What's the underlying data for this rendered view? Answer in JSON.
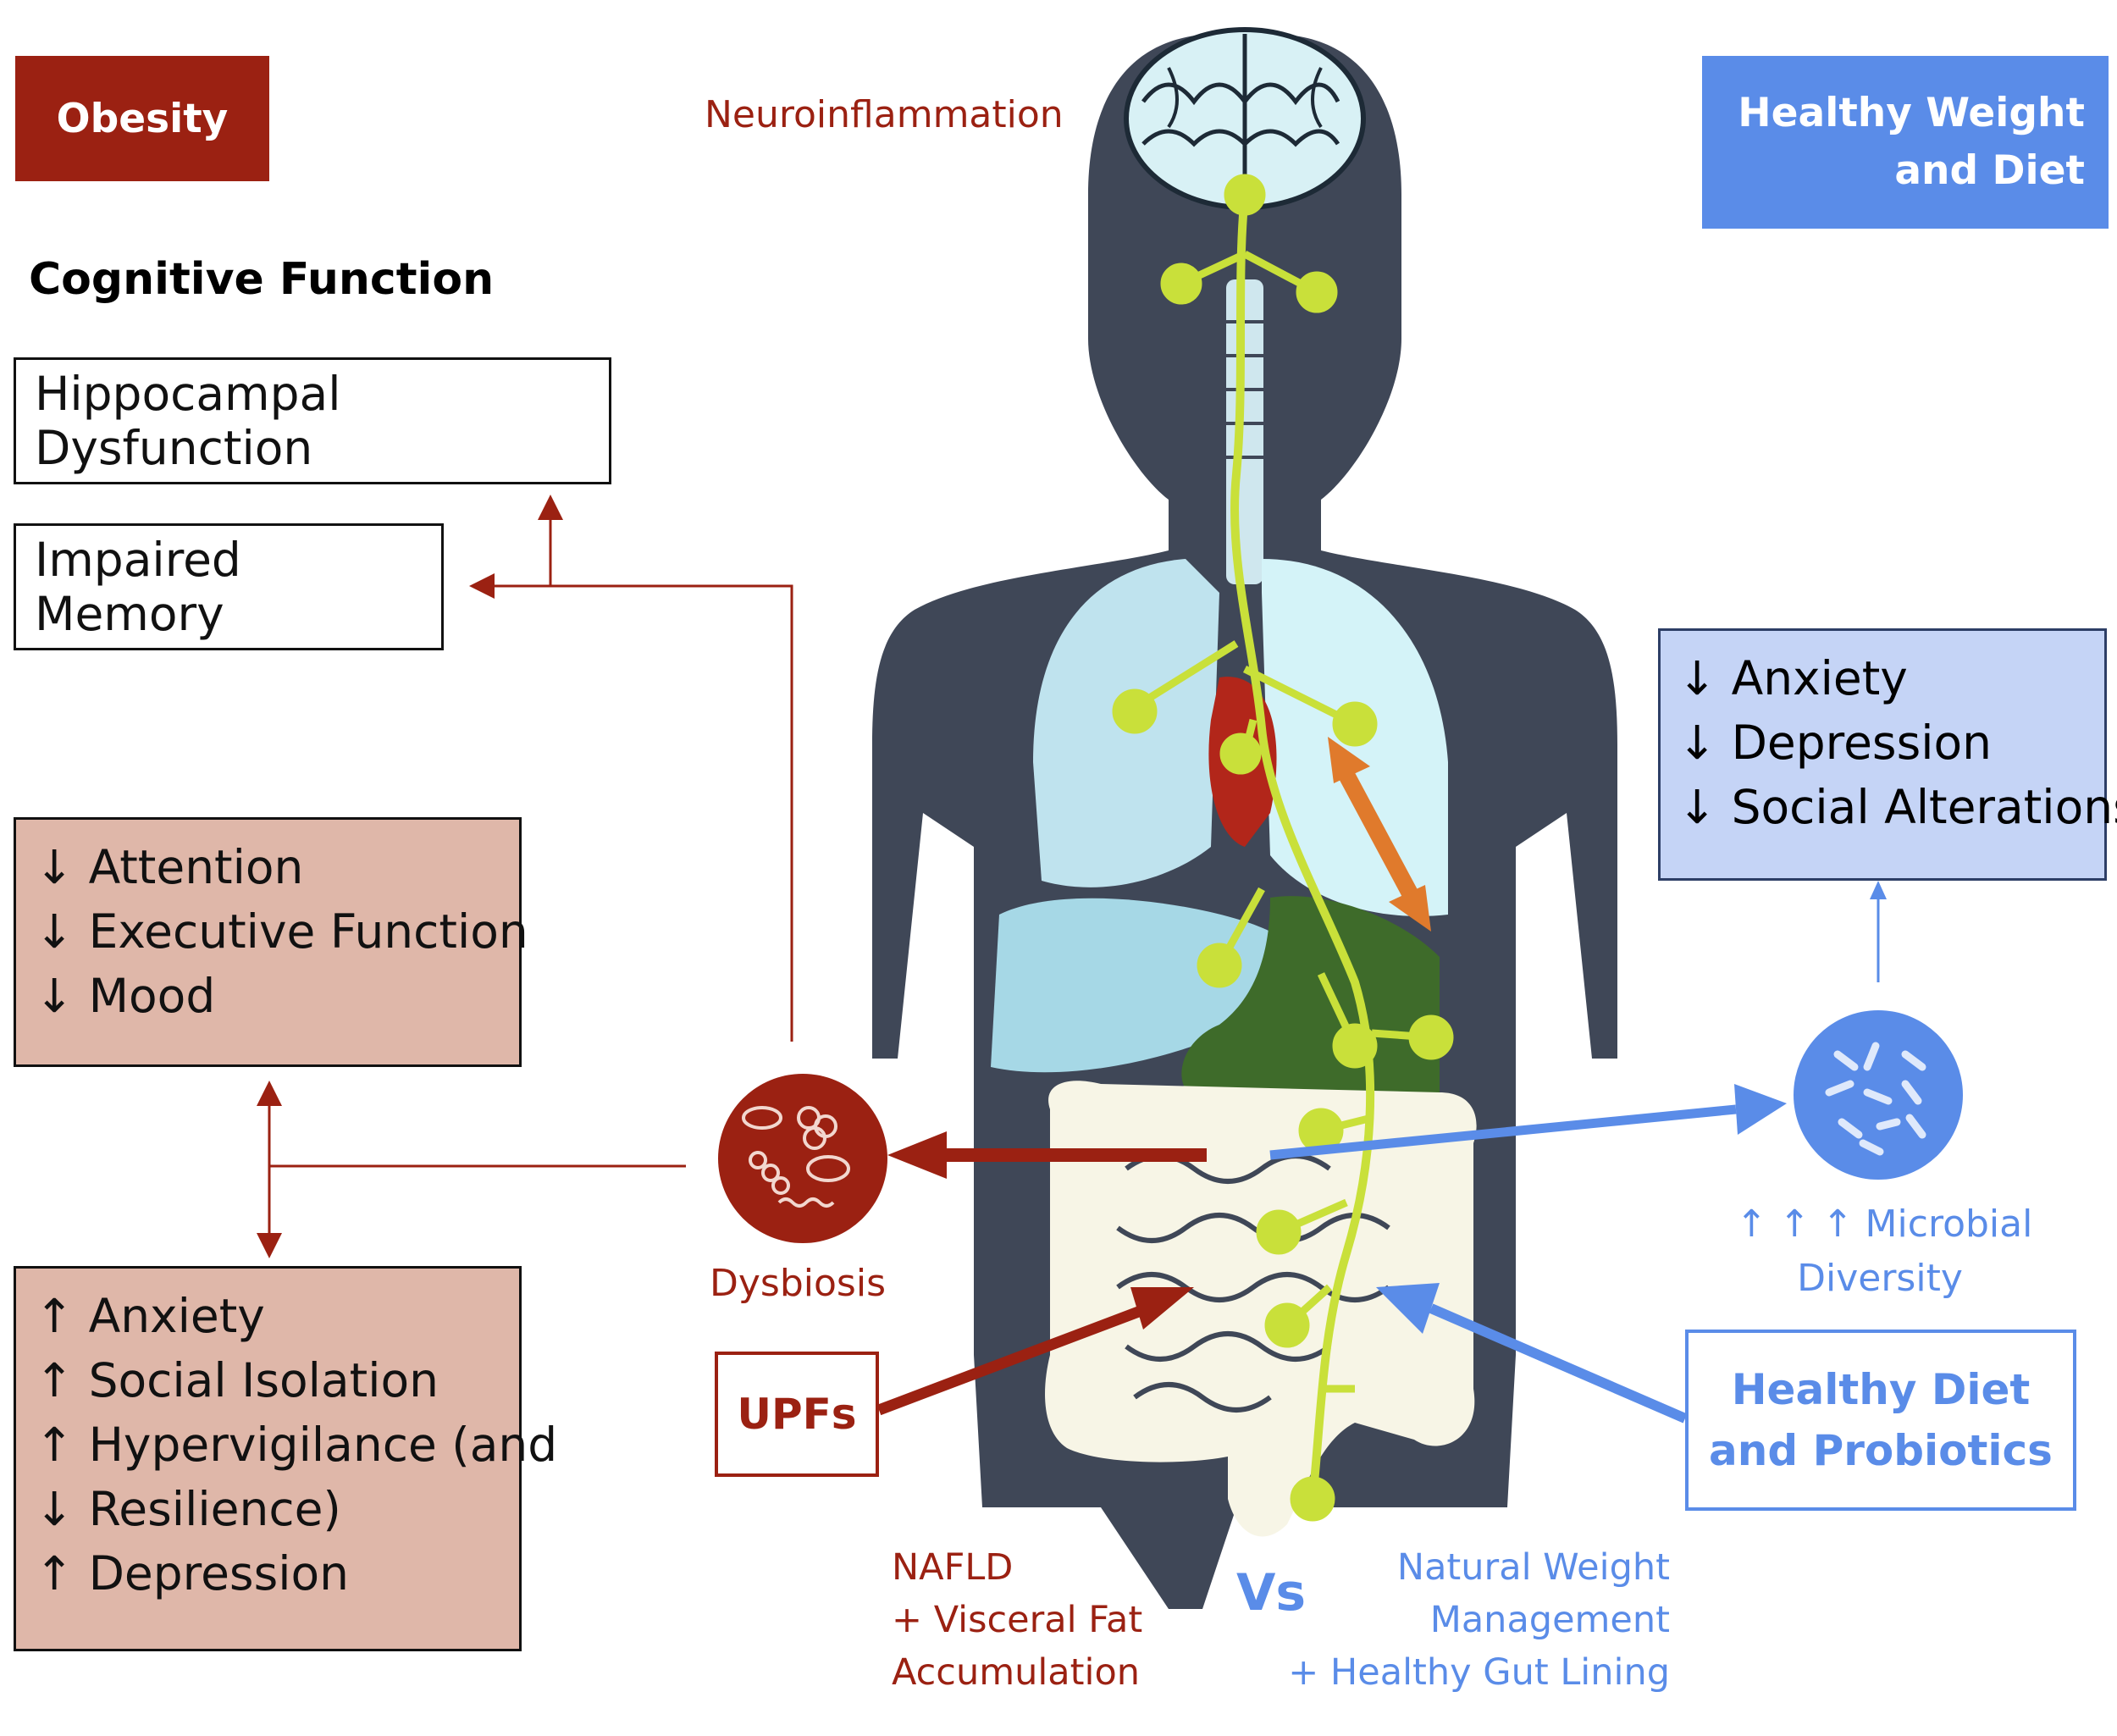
{
  "titles": {
    "obesity": "Obesity",
    "healthy_line1": "Healthy Weight",
    "healthy_line2": "and Diet"
  },
  "labels": {
    "neuroinflammation": "Neuroinflammation",
    "cognitive_function": "Cognitive Function",
    "dysbiosis": "Dysbiosis",
    "upfs": "UPFs",
    "healthy_diet_line1": "Healthy Diet",
    "healthy_diet_line2": "and Probiotics",
    "microbial_line1": "↑ ↑ ↑ Microbial",
    "microbial_line2": "Diversity",
    "vs": "Vs"
  },
  "obesity_effects": {
    "hippocampal": "Hippocampal Dysfunction",
    "memory": "Impaired Memory",
    "group1": [
      "↓ Attention",
      "↓ Executive Function",
      "↓ Mood"
    ],
    "group2": [
      "↑ Anxiety",
      "↑ Social Isolation",
      "↑ Hypervigilance (and",
      "↓ Resilience)",
      "↑ Depression"
    ]
  },
  "healthy_effects": [
    "↓ Anxiety",
    "↓ Depression",
    "↓ Social Alterations"
  ],
  "bottom_captions": {
    "obesity": [
      "NAFLD",
      "+ Visceral Fat",
      "Accumulation"
    ],
    "healthy": [
      "Natural Weight",
      "Management",
      "+ Healthy Gut Lining"
    ]
  },
  "colors": {
    "obesity_red": "#9b2112",
    "healthy_blue": "#5a8ce8",
    "pink_box": "#dfb7a9",
    "light_blue_box": "#c5d4f6",
    "body_silhouette": "#3f4757",
    "nerve_green": "#c9e03a",
    "orange_arrow": "#e07a2c"
  }
}
